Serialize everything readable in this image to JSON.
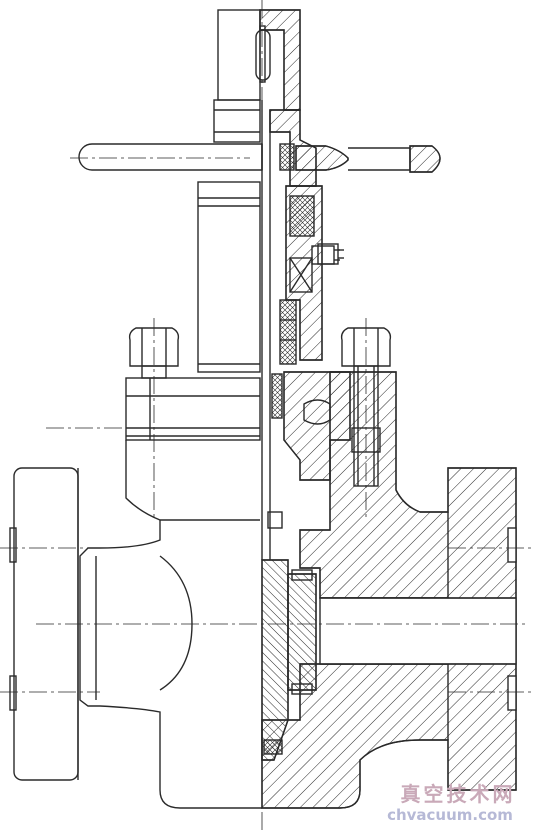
{
  "figure": {
    "type": "engineering-drawing",
    "subject": "gate valve half-section (left exterior view, right cross-section)",
    "line_color": "#2a2a2a",
    "hatch_color": "#2a2a2a",
    "background": "#ffffff"
  },
  "watermark": {
    "chinese_text": "真空技术网",
    "url_text": "chvacuum.com",
    "chinese_color": "#c9a9b8",
    "url_color": "#b6b9d6"
  }
}
